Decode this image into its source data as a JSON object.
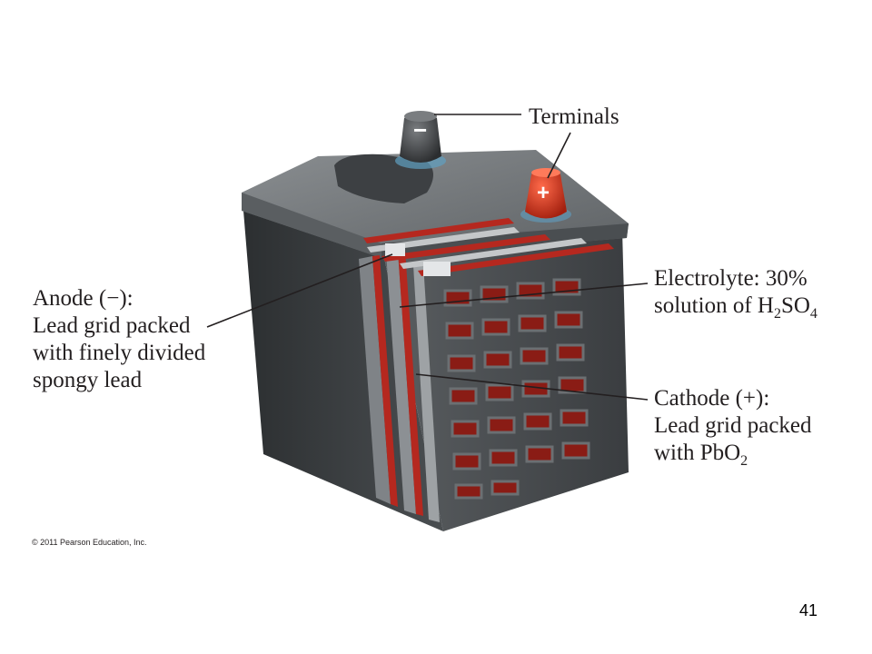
{
  "labels": {
    "terminals": "Terminals",
    "electrolyte_line1": "Electrolyte: 30%",
    "electrolyte_line2_prefix": "solution of H",
    "electrolyte_sub1": "2",
    "electrolyte_mid": "SO",
    "electrolyte_sub2": "4",
    "anode_line1": "Anode (−):",
    "anode_line2": "Lead grid packed",
    "anode_line3": "with finely divided",
    "anode_line4": "spongy lead",
    "cathode_line1": "Cathode (+):",
    "cathode_line2": "Lead grid packed",
    "cathode_line3_prefix": "with PbO",
    "cathode_sub": "2"
  },
  "terminal_symbols": {
    "negative": "−",
    "positive": "+"
  },
  "copyright": "© 2011 Pearson Education, Inc.",
  "page_number": "41",
  "colors": {
    "case_dark": "#3a3d40",
    "case_mid": "#55595c",
    "lid": "#6f7376",
    "positive_terminal": "#c8321e",
    "negative_terminal": "#3b3d3f",
    "plate_red": "#b5281f",
    "plate_grey": "#8c9094"
  }
}
